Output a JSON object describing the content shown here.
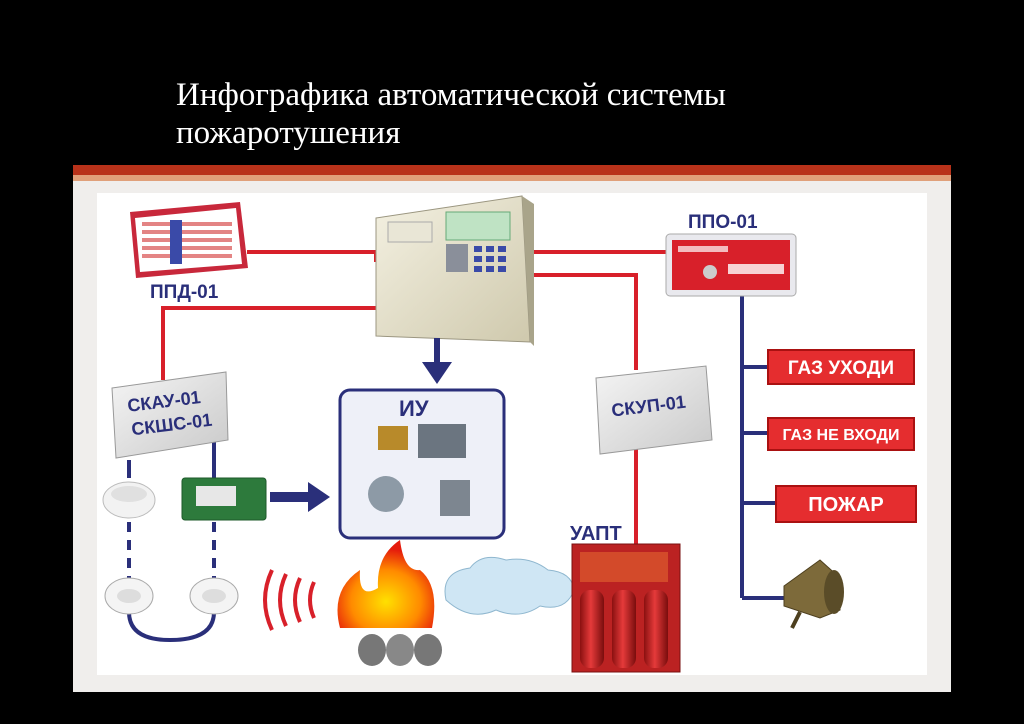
{
  "title": {
    "line1": "Инфографика автоматической системы",
    "line2": "пожаротушения"
  },
  "labels": {
    "ppd": "ППД-01",
    "ppo": "ППО-01",
    "skau": "СКАУ-01",
    "skshs": "СКШС-01",
    "iu": "ИУ",
    "skup": "СКУП-01",
    "uapt": "УАПТ"
  },
  "signs": [
    "ГАЗ УХОДИ",
    "ГАЗ НЕ ВХОДИ",
    "ПОЖАР"
  ],
  "colors": {
    "line_red": "#d8202a",
    "line_blue": "#2a2f7a",
    "sign_red": "#e52d2f",
    "accent_bar": "#b8321a"
  }
}
